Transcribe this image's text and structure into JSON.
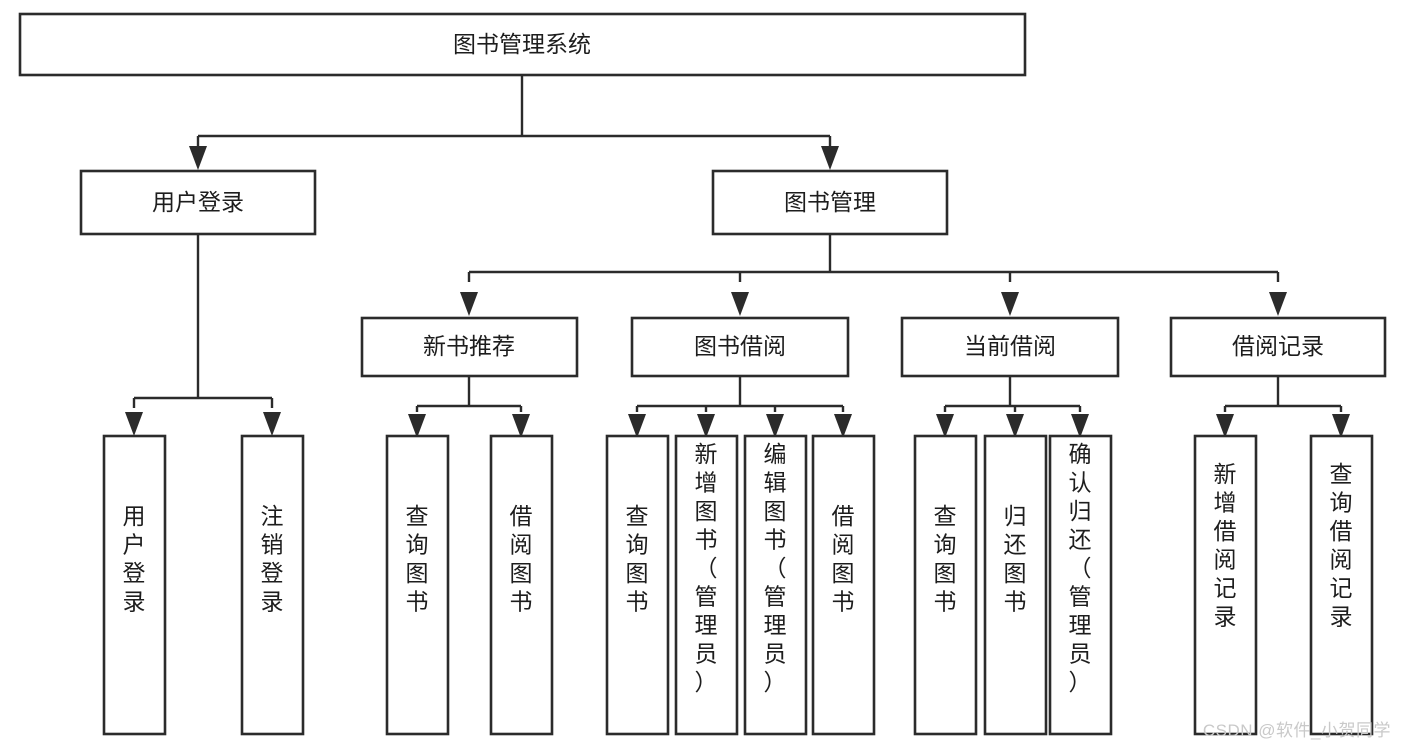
{
  "diagram": {
    "type": "tree-hierarchy-chart",
    "title": "图书管理系统",
    "watermark": "CSDN @软件_小贺同学",
    "colors": {
      "box_fill": "#ffffff",
      "box_stroke": "#2b2b2b",
      "connector": "#2b2b2b",
      "text": "#1d1d1d",
      "watermark": "#c9c9c9",
      "background": "#ffffff"
    },
    "levels": [
      {
        "level": 1,
        "nodes": [
          {
            "id": "root",
            "label": "图书管理系统",
            "orientation": "horizontal"
          }
        ]
      },
      {
        "level": 2,
        "nodes": [
          {
            "id": "login",
            "label": "用户登录",
            "orientation": "horizontal",
            "parent": "root"
          },
          {
            "id": "bookmgmt",
            "label": "图书管理",
            "orientation": "horizontal",
            "parent": "root"
          }
        ]
      },
      {
        "level": 3,
        "nodes": [
          {
            "id": "newbook",
            "label": "新书推荐",
            "orientation": "horizontal",
            "parent": "bookmgmt"
          },
          {
            "id": "borrow",
            "label": "图书借阅",
            "orientation": "horizontal",
            "parent": "bookmgmt"
          },
          {
            "id": "current",
            "label": "当前借阅",
            "orientation": "horizontal",
            "parent": "bookmgmt"
          },
          {
            "id": "record",
            "label": "借阅记录",
            "orientation": "horizontal",
            "parent": "bookmgmt"
          }
        ]
      },
      {
        "level": 4,
        "nodes": [
          {
            "id": "leaf-login-1",
            "label": "用户登录",
            "orientation": "vertical",
            "parent": "login"
          },
          {
            "id": "leaf-login-2",
            "label": "注销登录",
            "orientation": "vertical",
            "parent": "login"
          },
          {
            "id": "leaf-newbook-1",
            "label": "查询图书",
            "orientation": "vertical",
            "parent": "newbook"
          },
          {
            "id": "leaf-newbook-2",
            "label": "借阅图书",
            "orientation": "vertical",
            "parent": "newbook"
          },
          {
            "id": "leaf-borrow-1",
            "label": "查询图书",
            "orientation": "vertical",
            "parent": "borrow"
          },
          {
            "id": "leaf-borrow-2",
            "label": "新增图书（管理员）",
            "orientation": "vertical",
            "parent": "borrow"
          },
          {
            "id": "leaf-borrow-3",
            "label": "编辑图书（管理员）",
            "orientation": "vertical",
            "parent": "borrow"
          },
          {
            "id": "leaf-borrow-4",
            "label": "借阅图书",
            "orientation": "vertical",
            "parent": "borrow"
          },
          {
            "id": "leaf-current-1",
            "label": "查询图书",
            "orientation": "vertical",
            "parent": "current"
          },
          {
            "id": "leaf-current-2",
            "label": "归还图书",
            "orientation": "vertical",
            "parent": "current"
          },
          {
            "id": "leaf-current-3",
            "label": "确认归还（管理员）",
            "orientation": "vertical",
            "parent": "current"
          },
          {
            "id": "leaf-record-1",
            "label": "新增借阅记录",
            "orientation": "vertical",
            "parent": "record"
          },
          {
            "id": "leaf-record-2",
            "label": "查询借阅记录",
            "orientation": "vertical",
            "parent": "record"
          }
        ]
      }
    ]
  }
}
